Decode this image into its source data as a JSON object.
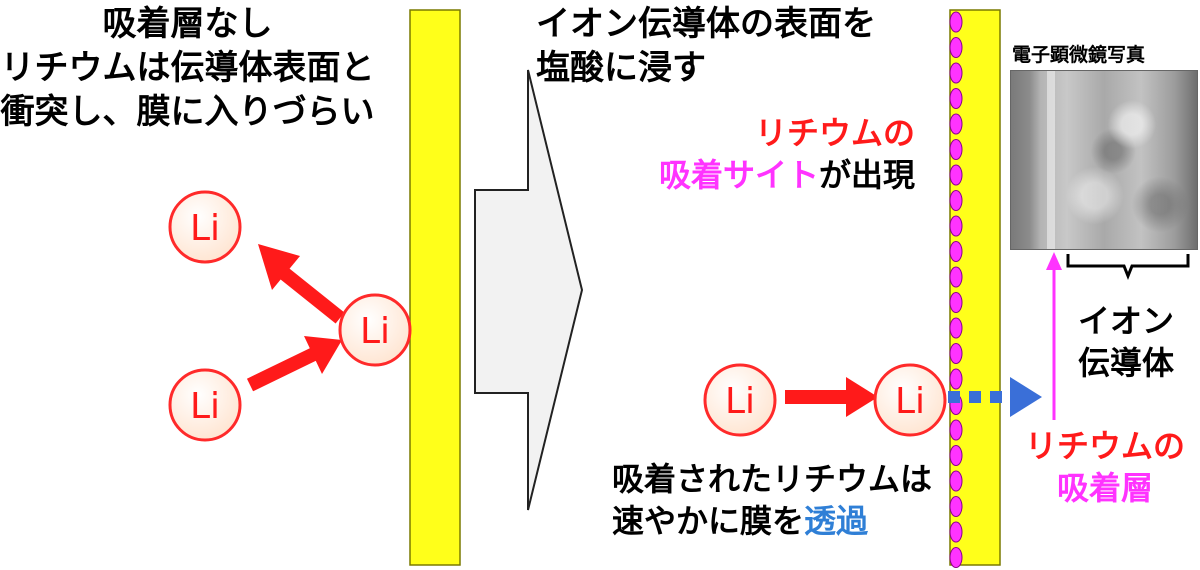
{
  "left_caption": [
    "吸着層なし",
    "リチウムは伝導体表面と",
    "衝突し、膜に入りづらい"
  ],
  "arrow_caption": [
    "イオン伝導体の表面を",
    "塩酸に浸す"
  ],
  "site_caption": {
    "line1": "リチウムの",
    "line2_highlight": "吸着サイト",
    "line2_rest": "が出現"
  },
  "bottom_caption": {
    "line1": "吸着されたリチウムは",
    "line2_plain": "速やかに膜を",
    "line2_highlight": "透過"
  },
  "micrograph_title": "電子顕微鏡写真",
  "conductor_label": [
    "イオン",
    "伝導体"
  ],
  "layer_label": [
    "リチウムの",
    "吸着層"
  ],
  "li_label": "Li",
  "colors": {
    "membrane": "#ffff1a",
    "li_fill": "#fff2e6",
    "li_stroke": "#ff2a2a",
    "arrow_red": "#ff1a1a",
    "adsorption_site": "#ff33ff",
    "transport_blue": "#3a6fd8",
    "highlight_red": "#ff1a1a",
    "highlight_magenta": "#ff33ff",
    "highlight_blue": "#2f7fd6"
  }
}
